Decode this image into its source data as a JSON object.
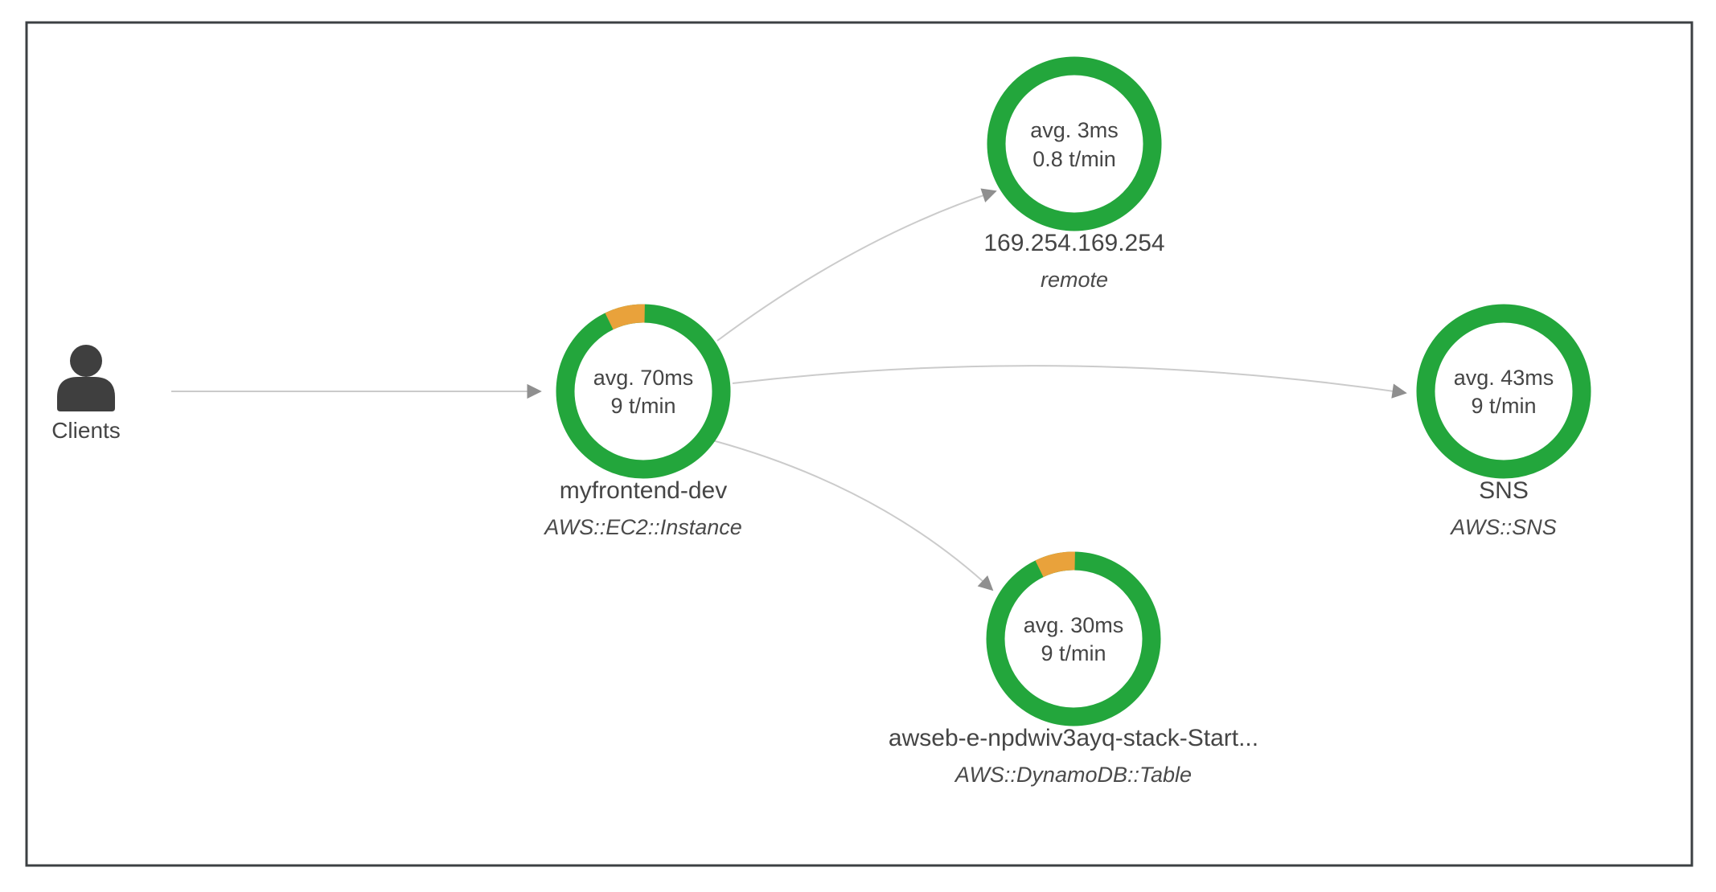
{
  "clients_label": "Clients",
  "nodes": [
    {
      "avg": "avg. 70ms",
      "rate": "9 t/min",
      "name": "myfrontend-dev",
      "type": "AWS::EC2::Instance",
      "health": {
        "ok_pct": 93,
        "warning_pct": 7
      }
    },
    {
      "avg": "avg. 3ms",
      "rate": "0.8 t/min",
      "name": "169.254.169.254",
      "type": "remote",
      "health": {
        "ok_pct": 100,
        "warning_pct": 0
      }
    },
    {
      "avg": "avg. 43ms",
      "rate": "9 t/min",
      "name": "SNS",
      "type": "AWS::SNS",
      "health": {
        "ok_pct": 100,
        "warning_pct": 0
      }
    },
    {
      "avg": "avg. 30ms",
      "rate": "9 t/min",
      "name": "awseb-e-npdwiv3ayq-stack-Start...",
      "type": "AWS::DynamoDB::Table",
      "health": {
        "ok_pct": 93,
        "warning_pct": 7
      }
    }
  ],
  "edges": [
    {
      "from": "Clients",
      "to": "myfrontend-dev"
    },
    {
      "from": "myfrontend-dev",
      "to": "169.254.169.254"
    },
    {
      "from": "myfrontend-dev",
      "to": "SNS"
    },
    {
      "from": "myfrontend-dev",
      "to": "awseb-e-npdwiv3ayq-stack-Start..."
    }
  ],
  "colors": {
    "healthy": "#23a63c",
    "warning": "#e9a23b",
    "edge_line": "#cbcbcb",
    "arrowhead": "#8f8f8f",
    "node_text": "#454545",
    "frame_border": "#3c4043",
    "client_icon": "#3f3f3f"
  }
}
